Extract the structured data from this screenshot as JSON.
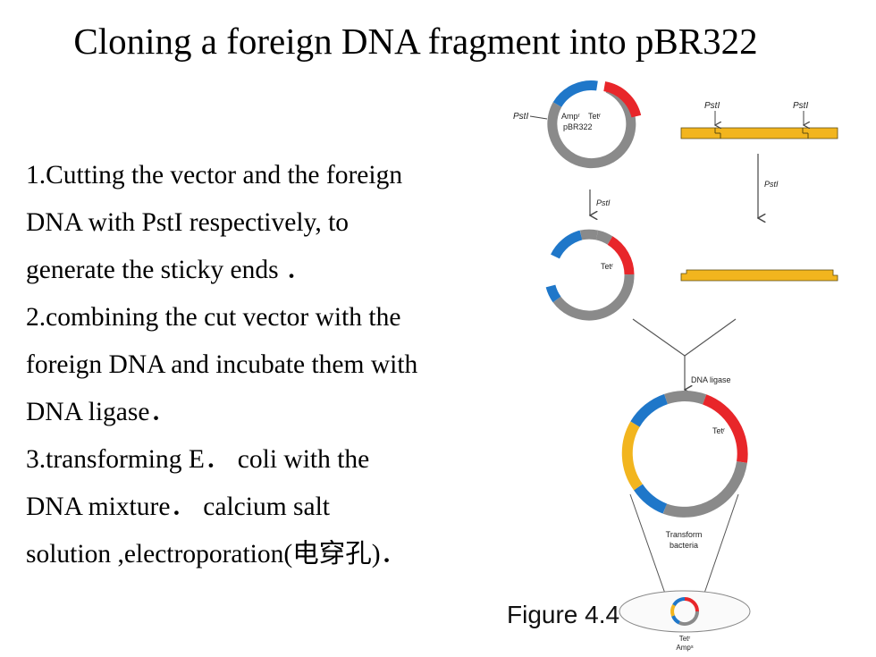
{
  "title": "Cloning a foreign DNA fragment into pBR322",
  "steps": [
    "1.Cutting the vector  and the foreign",
    "DNA with PstI respectively, to",
    "generate the sticky ends ．",
    "2.combining the cut vector with the",
    "foreign DNA and incubate them with",
    "DNA ligase．",
    "3.transforming E． coli with the",
    "DNA mixture． calcium salt",
    "solution ,electroporation(电穿孔)．"
  ],
  "figure": {
    "caption": "Figure 4.4",
    "labels": {
      "pstI_site": "PstI",
      "amp": "Ampʳ",
      "tet": "Tetʳ",
      "plasmid": "pBR322",
      "pstI_digest": "PstI",
      "pstI_foreign_1": "PstI",
      "pstI_foreign_2": "PstI",
      "pstI_foreign_digest": "PstI",
      "tet_cut": "Tetʳ",
      "ligase": "DNA ligase",
      "tet_recombinant": "Tetʳ",
      "transform": "Transform",
      "bacteria": "bacteria",
      "tet_result": "Tetʳ",
      "amp_result": "Ampˢ"
    },
    "colors": {
      "amp_region": "#1f77c9",
      "tet_region": "#e8262a",
      "backbone": "#8a8a8a",
      "foreign_dna": "#f2b51e"
    }
  }
}
